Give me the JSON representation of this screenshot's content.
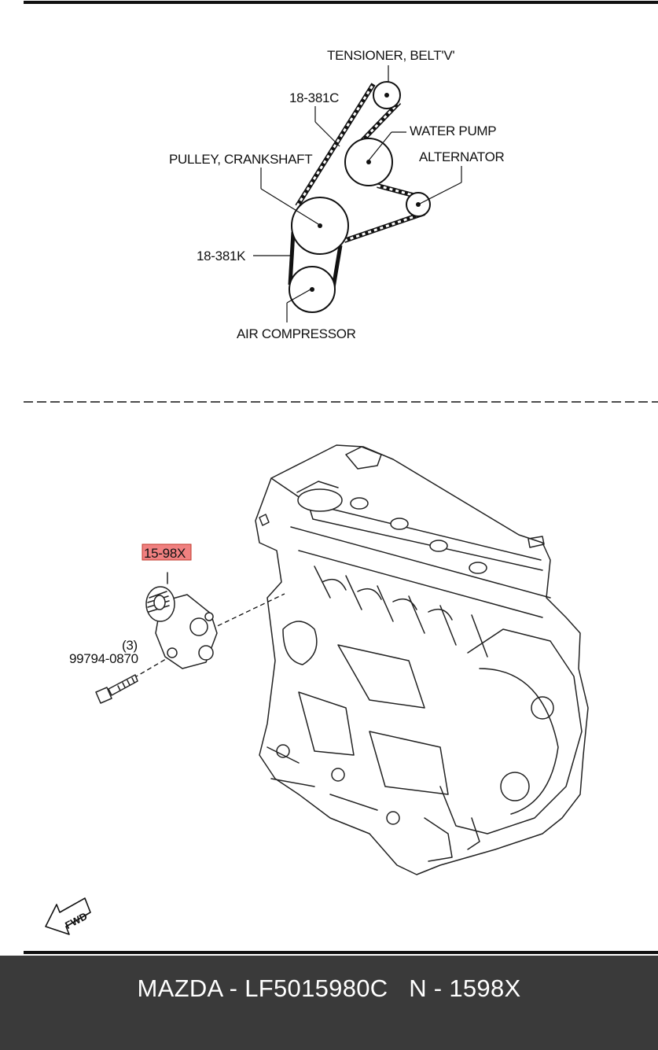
{
  "belt_diagram": {
    "labels": {
      "tensioner": "TENSIONER, BELT'V'",
      "belt_c": "18-381C",
      "water_pump": "WATER PUMP",
      "alternator": "ALTERNATOR",
      "crank_pulley": "PULLEY, CRANKSHAFT",
      "belt_k": "18-381K",
      "air_compressor": "AIR COMPRESSOR"
    }
  },
  "engine_diagram": {
    "part_callout": "15-98X",
    "qty": "(3)",
    "bolt_part": "99794-0870",
    "fwd_label": "FWD",
    "highlight_color": "#f08080"
  },
  "footer": {
    "text": "MAZDA - LF5015980C   N - 1598X"
  }
}
